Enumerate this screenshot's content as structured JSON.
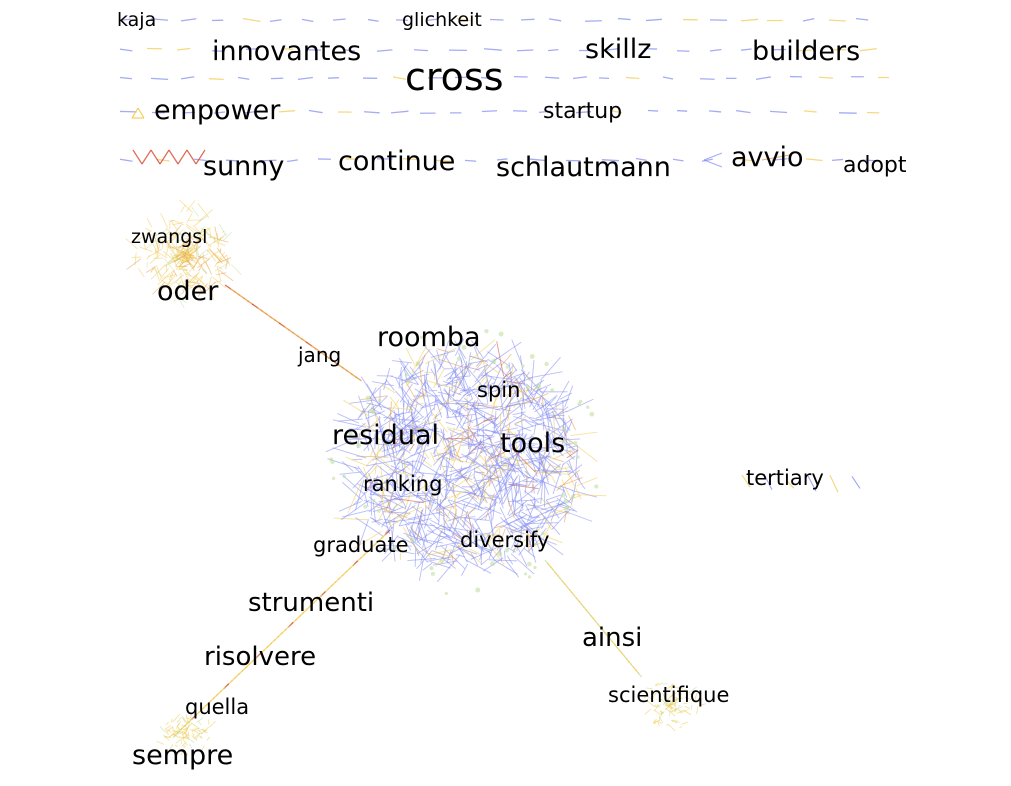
{
  "graph": {
    "colors": {
      "edge_blue": "#7f88f0",
      "edge_yellow": "#f2c94c",
      "edge_orange": "#e9963a",
      "edge_red": "#d0452b",
      "node_green": "#bfe0a0",
      "label": "#000000",
      "background": "#ffffff"
    },
    "labels": [
      {
        "id": "kaja",
        "text": "kaja"
      },
      {
        "id": "glichkeit",
        "text": "glichkeit"
      },
      {
        "id": "innovantes",
        "text": "innovantes"
      },
      {
        "id": "skillz",
        "text": "skillz"
      },
      {
        "id": "builders",
        "text": "builders"
      },
      {
        "id": "cross",
        "text": "cross"
      },
      {
        "id": "empower",
        "text": "empower"
      },
      {
        "id": "startup",
        "text": "startup"
      },
      {
        "id": "sunny",
        "text": "sunny"
      },
      {
        "id": "continue",
        "text": "continue"
      },
      {
        "id": "schlautmann",
        "text": "schlautmann"
      },
      {
        "id": "avvio",
        "text": "avvio"
      },
      {
        "id": "adopt",
        "text": "adopt"
      },
      {
        "id": "zwangsl",
        "text": "zwangsl"
      },
      {
        "id": "oder",
        "text": "oder"
      },
      {
        "id": "jang",
        "text": "jang"
      },
      {
        "id": "roomba",
        "text": "roomba"
      },
      {
        "id": "spin",
        "text": "spin"
      },
      {
        "id": "residual",
        "text": "residual"
      },
      {
        "id": "tools",
        "text": "tools"
      },
      {
        "id": "ranking",
        "text": "ranking"
      },
      {
        "id": "tertiary",
        "text": "tertiary"
      },
      {
        "id": "graduate",
        "text": "graduate"
      },
      {
        "id": "diversify",
        "text": "diversify"
      },
      {
        "id": "strumenti",
        "text": "strumenti"
      },
      {
        "id": "ainsi",
        "text": "ainsi"
      },
      {
        "id": "risolvere",
        "text": "risolvere"
      },
      {
        "id": "scientifique",
        "text": "scientifique"
      },
      {
        "id": "quella",
        "text": "quella"
      },
      {
        "id": "sempre",
        "text": "sempre"
      }
    ]
  }
}
